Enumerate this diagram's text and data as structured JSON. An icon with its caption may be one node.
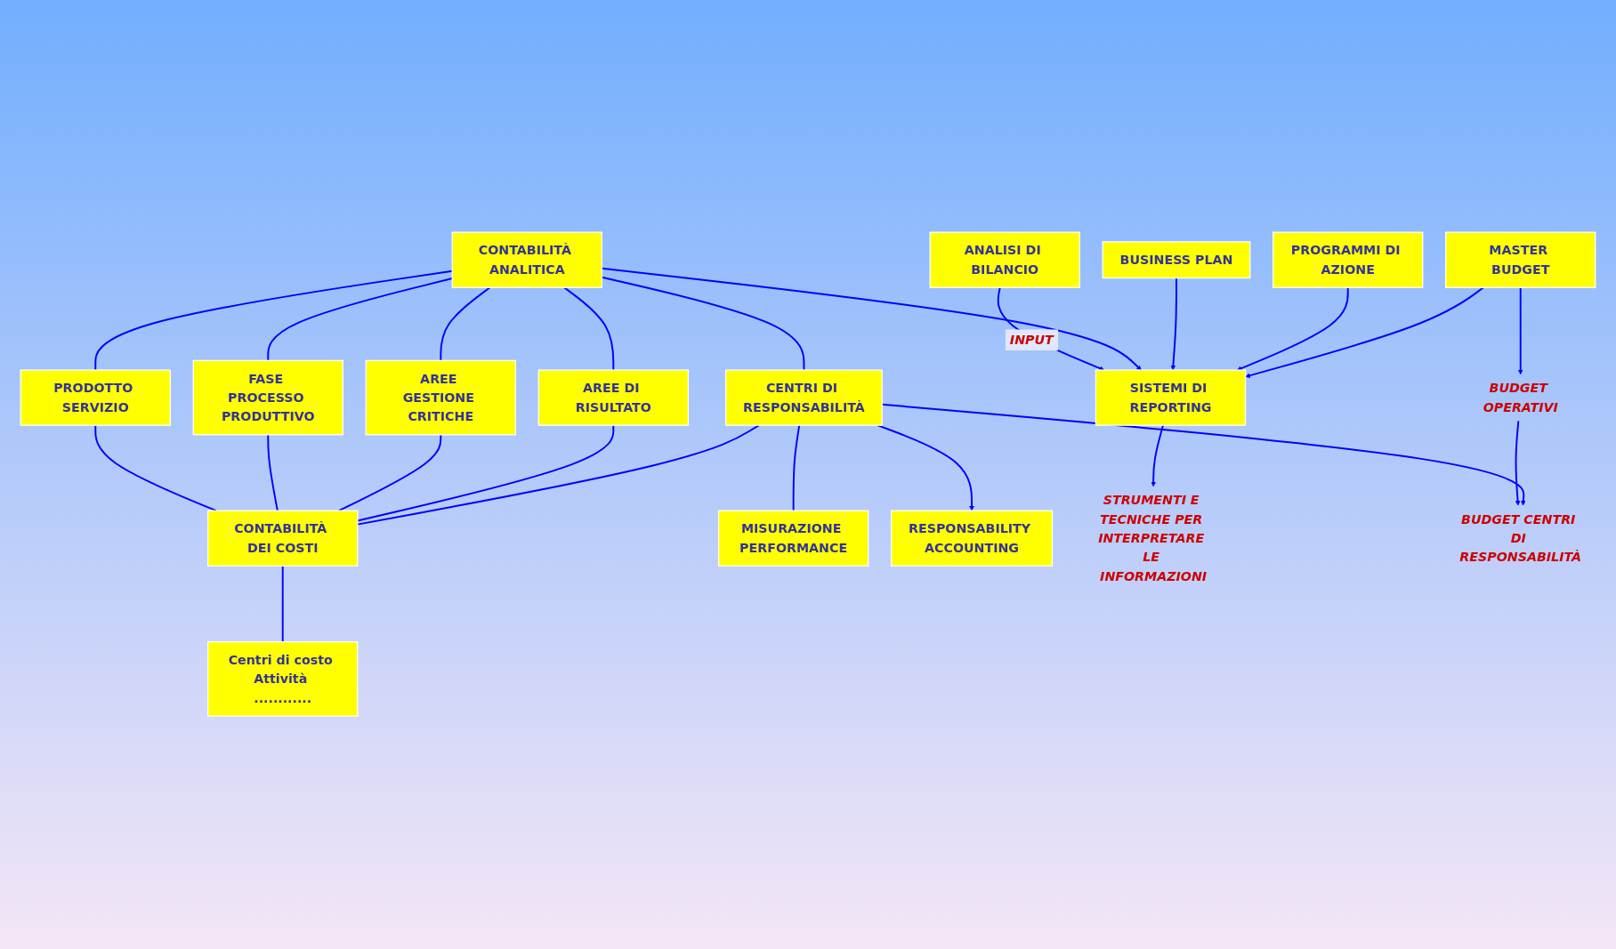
{
  "diagram": {
    "nodes": [
      {
        "text": [
          "ANALISI DI BILANCIO"
        ]
      },
      {
        "text": [
          "CONTABILITÀ ANALITICA"
        ]
      },
      {
        "text": [
          "BUSINESS PLAN"
        ]
      },
      {
        "text": [
          "PROGRAMMI DI AZIONE"
        ]
      },
      {
        "text": [
          "MASTER BUDGET"
        ]
      },
      {
        "text": [
          "SISTEMI DI REPORTING"
        ]
      },
      {
        "text": [
          "PRODOTTO SERVIZIO"
        ]
      },
      {
        "text": [
          "FASE PROCESSO PRODUTTIVO"
        ]
      },
      {
        "text": [
          "AREE GESTIONE CRITICHE"
        ]
      },
      {
        "text": [
          "AREE DI RISULTATO"
        ]
      },
      {
        "text": [
          "CENTRI DI RESPONSABILITÀ"
        ]
      },
      {
        "text": [
          "CONTABILITÀ DEI COSTI"
        ]
      },
      {
        "text": [
          "Centri di costo Attività ............"
        ]
      },
      {
        "text": [
          "MISURAZIONE PERFORMANCE"
        ]
      },
      {
        "text": [
          "RESPONSABILITY ACCOUNTING"
        ]
      },
      {
        "text": [
          "STRUMENTI E TECNICHE PER INTERPRETARE LE INFORMAZIONI"
        ]
      },
      {
        "text": [
          "BUDGET OPERATIVI"
        ]
      },
      {
        "text": [
          "BUDGET CENTRI DI RESPONSABILITÀ"
        ]
      }
    ],
    "edges": [
      {
        "from": 0,
        "to": 5,
        "arrow": "to",
        "label": "INPUT"
      },
      {
        "from": 1,
        "to": 5,
        "arrow": "to"
      },
      {
        "from": 2,
        "to": 5,
        "arrow": "to"
      },
      {
        "from": 3,
        "to": 5,
        "arrow": "to"
      },
      {
        "from": 4,
        "to": 5,
        "arrow": "to"
      },
      {
        "from": 5,
        "to": 15,
        "arrow": "to"
      },
      {
        "from": 1,
        "to": 6,
        "arrow": "none"
      },
      {
        "from": 1,
        "to": 7,
        "arrow": "none"
      },
      {
        "from": 1,
        "to": 8,
        "arrow": "none"
      },
      {
        "from": 1,
        "to": 9,
        "arrow": "none"
      },
      {
        "from": 1,
        "to": 10,
        "arrow": "none"
      },
      {
        "from": 6,
        "to": 11,
        "arrow": "none"
      },
      {
        "from": 7,
        "to": 11,
        "arrow": "none"
      },
      {
        "from": 8,
        "to": 11,
        "arrow": "none"
      },
      {
        "from": 9,
        "to": 11,
        "arrow": "none"
      },
      {
        "from": 10,
        "to": 11,
        "arrow": "none"
      },
      {
        "from": 11,
        "to": 12,
        "arrow": "none"
      },
      {
        "from": 10,
        "to": 13,
        "arrow": "none"
      },
      {
        "from": 10,
        "to": 14,
        "arrow": "to"
      },
      {
        "from": 4,
        "to": 16,
        "arrow": "to"
      },
      {
        "from": 16,
        "to": 17,
        "arrow": "to"
      },
      {
        "from": 10,
        "to": 17,
        "arrow": "to"
      }
    ]
  }
}
